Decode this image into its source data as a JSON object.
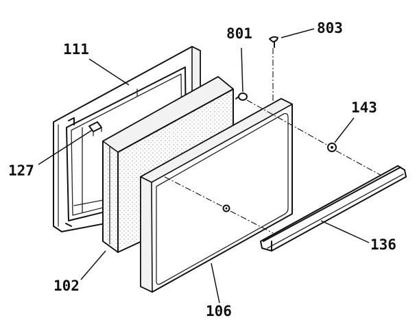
{
  "callouts": {
    "c111": "111",
    "c801": "801",
    "c803": "803",
    "c143": "143",
    "c127": "127",
    "c136": "136",
    "c102": "102",
    "c106": "106"
  },
  "colors": {
    "ink": "#111111",
    "paper": "#ffffff"
  }
}
